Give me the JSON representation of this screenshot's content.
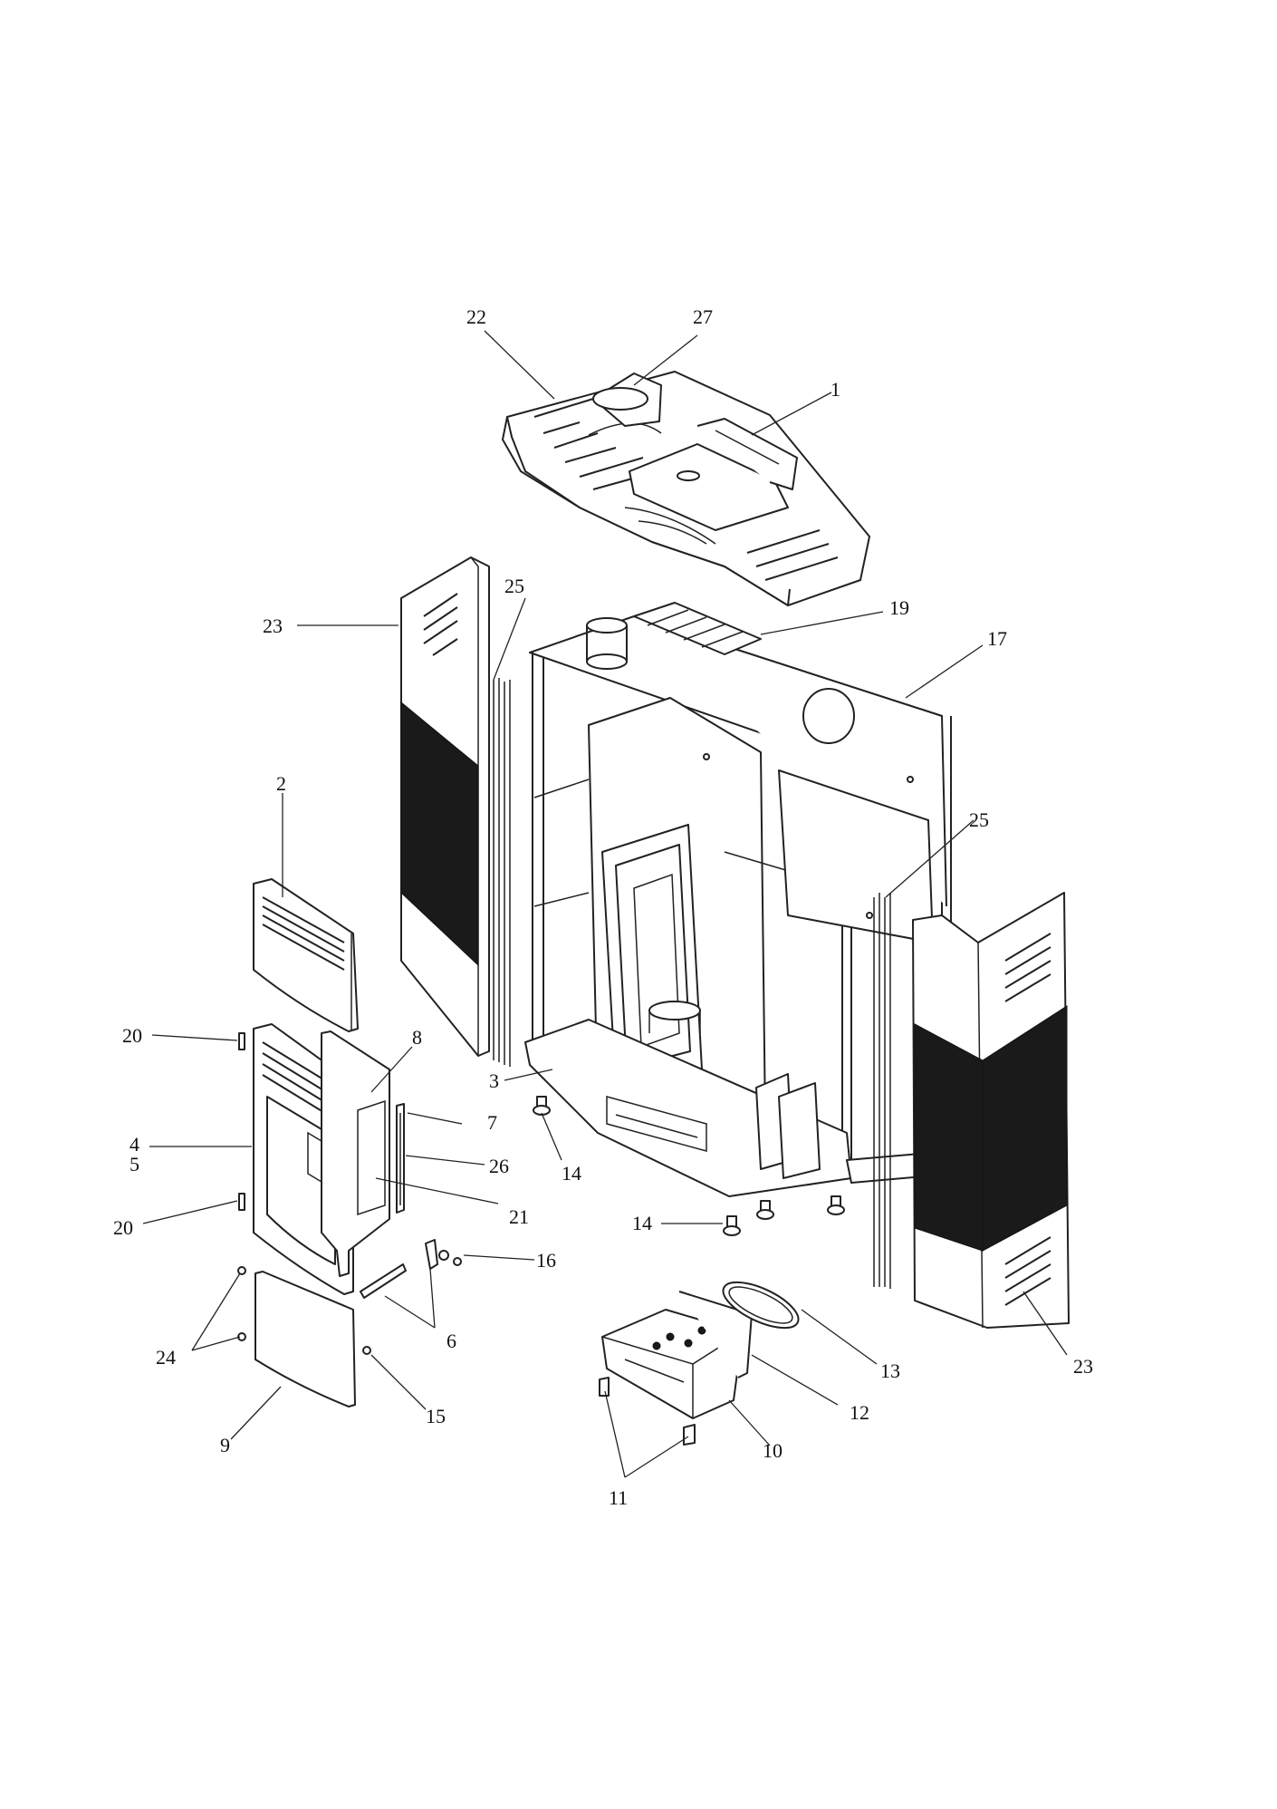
{
  "callouts": {
    "c1": "1",
    "c2": "2",
    "c3": "3",
    "c4": "4",
    "c5": "5",
    "c6": "6",
    "c7": "7",
    "c8": "8",
    "c9": "9",
    "c10": "10",
    "c11": "11",
    "c12": "12",
    "c13": "13",
    "c14a": "14",
    "c14b": "14",
    "c15": "15",
    "c16": "16",
    "c17": "17",
    "c19": "19",
    "c20a": "20",
    "c20b": "20",
    "c21": "21",
    "c22": "22",
    "c23a": "23",
    "c23b": "23",
    "c24": "24",
    "c25a": "25",
    "c25b": "25",
    "c26": "26",
    "c27": "27"
  }
}
